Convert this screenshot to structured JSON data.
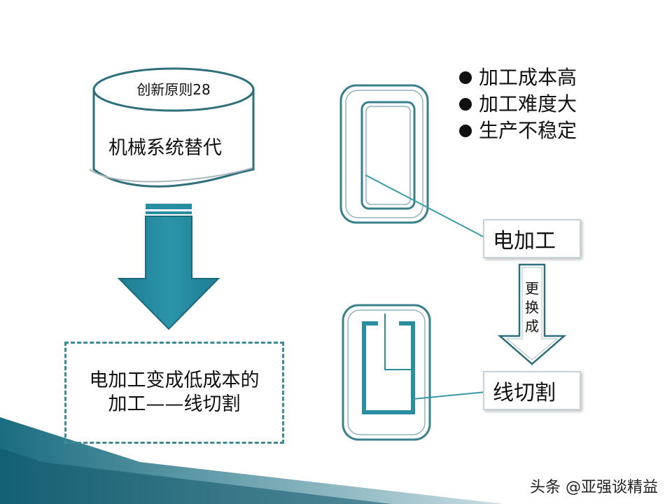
{
  "cylinder": {
    "top_label": "创新原则28",
    "body_label": "机械系统替代"
  },
  "result_box": {
    "line1": "电加工变成低成本的",
    "line2": "加工——线切割"
  },
  "bullets": [
    "加工成本高",
    "加工难度大",
    "生产不稳定"
  ],
  "edm_label": "电加工",
  "change_arrow_label": [
    "更",
    "换",
    "成"
  ],
  "wire_cut_label": "线切割",
  "watermark": "头条 @亚强谈精益",
  "colors": {
    "accent": "#2a8ea3",
    "accent_dark": "#1f6f82",
    "frame_stroke": "#3a7f8c",
    "dash": "#3d8a9a"
  }
}
